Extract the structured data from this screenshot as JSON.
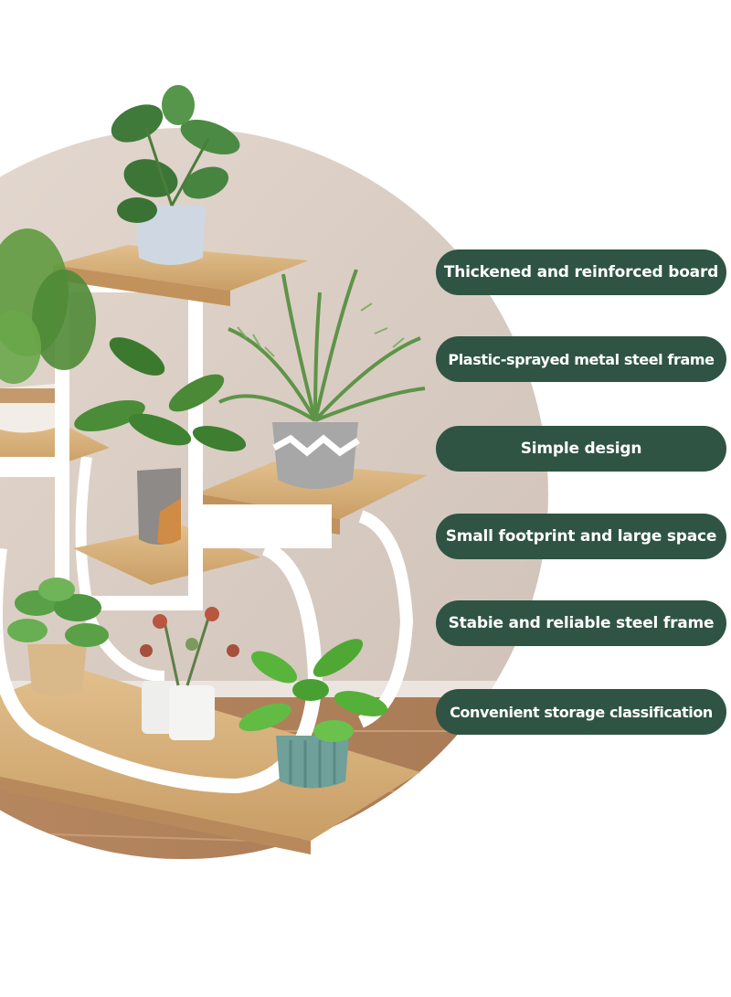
{
  "theme": {
    "pill_color": "#2f5443",
    "wall_color": "#dccfc6",
    "wood_color": "#d8b27c",
    "frame_color": "#ffffff"
  },
  "features": [
    "Thickened and reinforced board",
    "Plastic-sprayed metal steel frame",
    "Simple design",
    "Small footprint and large space",
    "Stabie and reliable steel frame",
    "Convenient storage classification"
  ]
}
